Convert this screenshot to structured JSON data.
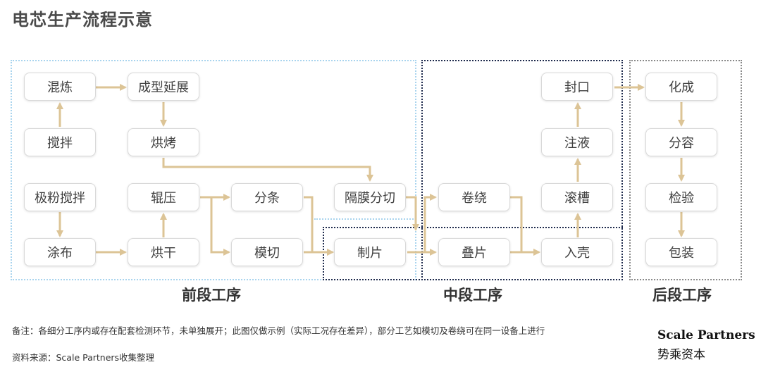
{
  "title": "电芯生产流程示意",
  "nodes": {
    "hunlian": "混炼",
    "jiaoban": "搅拌",
    "chengxing": "成型延展",
    "hongkao": "烘烤",
    "jifen": "极粉搅拌",
    "tubu": "涂布",
    "gunya": "辊压",
    "honggan": "烘干",
    "fentiao": "分条",
    "moqie": "模切",
    "gemo": "隔膜分切",
    "zhipian": "制片",
    "juanrao": "卷绕",
    "diepian": "叠片",
    "rukuo": "入壳",
    "guncao": "滚槽",
    "zhuye": "注液",
    "fengkou": "封口",
    "huacheng": "化成",
    "fenrong": "分容",
    "jianyan": "检验",
    "baozhuang": "包装"
  },
  "stages": {
    "front": "前段工序",
    "mid": "中段工序",
    "back": "后段工序"
  },
  "note": "备注：各细分工序内或存在配套检测环节，未单独展开；此图仅做示例（实际工况存在差异），部分工艺如模切及卷绕可在同一设备上进行",
  "source": "资料来源：Scale Partners收集整理",
  "brand": {
    "en": "Scale Partners",
    "cn": "势乘资本"
  },
  "colors": {
    "arrow": "#dcc496",
    "front": "#a9d4ee",
    "mid": "#1f2b4d",
    "back": "#8a8a8a"
  }
}
